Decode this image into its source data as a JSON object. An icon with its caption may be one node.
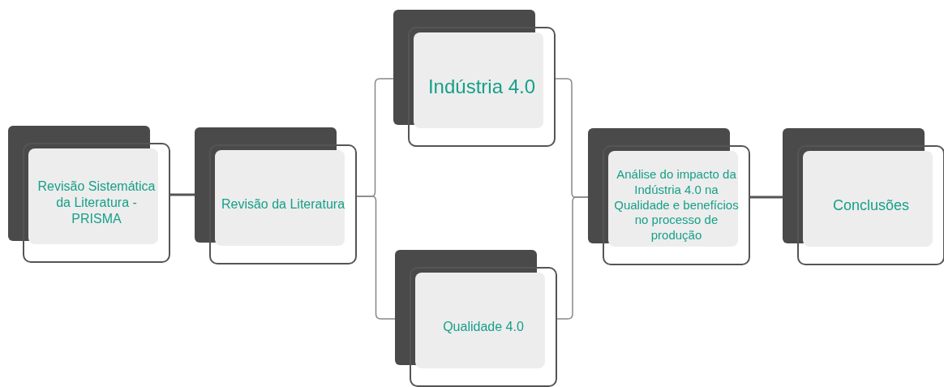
{
  "diagram": {
    "nodes": [
      {
        "text": [
          "Revisão Sistemática da Literatura - PRISMA"
        ]
      },
      {
        "text": [
          "Revisão da Literatura"
        ]
      },
      {
        "text": [
          "Indústria 4.0"
        ]
      },
      {
        "text": [
          "Qualidade 4.0"
        ]
      },
      {
        "text": [
          "Análise do impacto da Indústria 4.0 na Qualidade e benefícios no processo de produção"
        ]
      },
      {
        "text": [
          "Conclusões"
        ]
      }
    ],
    "edges": [
      {
        "from": 0,
        "to": 1,
        "arrow": "none"
      },
      {
        "from": 1,
        "to": 2,
        "arrow": "none"
      },
      {
        "from": 1,
        "to": 3,
        "arrow": "none"
      },
      {
        "from": 2,
        "to": 4,
        "arrow": "none"
      },
      {
        "from": 3,
        "to": 4,
        "arrow": "none"
      },
      {
        "from": 4,
        "to": 5,
        "arrow": "none"
      }
    ]
  }
}
